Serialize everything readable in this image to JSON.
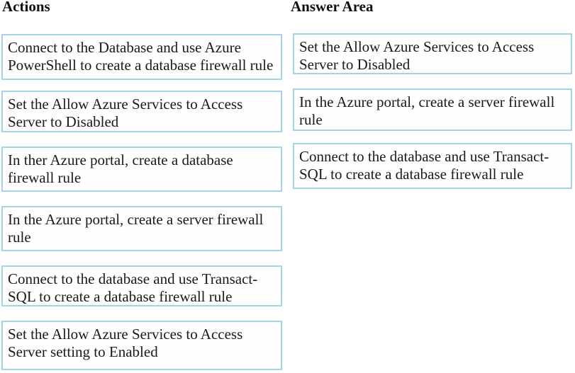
{
  "page": {
    "background_color": "#ffffff",
    "box_border_color": "#a3d4e7",
    "text_color": "#1a1a1a"
  },
  "actions": {
    "title": "Actions",
    "items": [
      {
        "label": "Connect to the Database and use Azure PowerShell to create a database firewall rule"
      },
      {
        "label": "Set the Allow Azure Services to Access Server to Disabled"
      },
      {
        "label": "In ther Azure portal, create a database firewall rule"
      },
      {
        "label": "In the Azure portal, create a server firewall rule"
      },
      {
        "label": "Connect to the database and use Transact-SQL to create a database firewall rule"
      },
      {
        "label": "Set the Allow Azure Services to Access Server setting to Enabled"
      }
    ]
  },
  "answer_area": {
    "title": "Answer Area",
    "items": [
      {
        "label": "Set the Allow Azure Services to Access Server to Disabled"
      },
      {
        "label": "In the Azure portal, create a server firewall rule"
      },
      {
        "label": "Connect to the database and use Transact-SQL to create a database firewall rule"
      }
    ]
  }
}
